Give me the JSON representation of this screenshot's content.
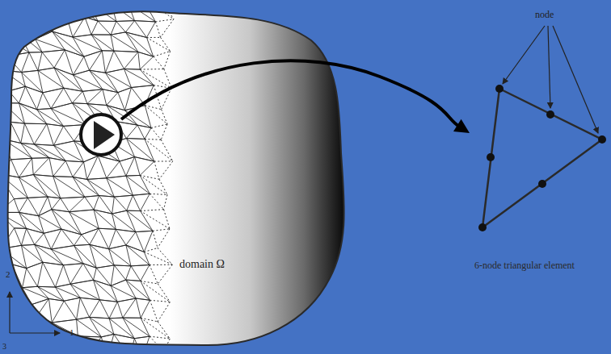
{
  "diagram": {
    "nodes": [
      {
        "text": [
          "domain Ω"
        ]
      },
      {
        "text": [
          "6-node triangular element"
        ]
      }
    ],
    "edges": [
      {
        "from": 0,
        "to": 1,
        "arrow": "to"
      }
    ],
    "labels": [
      "node",
      "2",
      "1",
      "3"
    ]
  }
}
